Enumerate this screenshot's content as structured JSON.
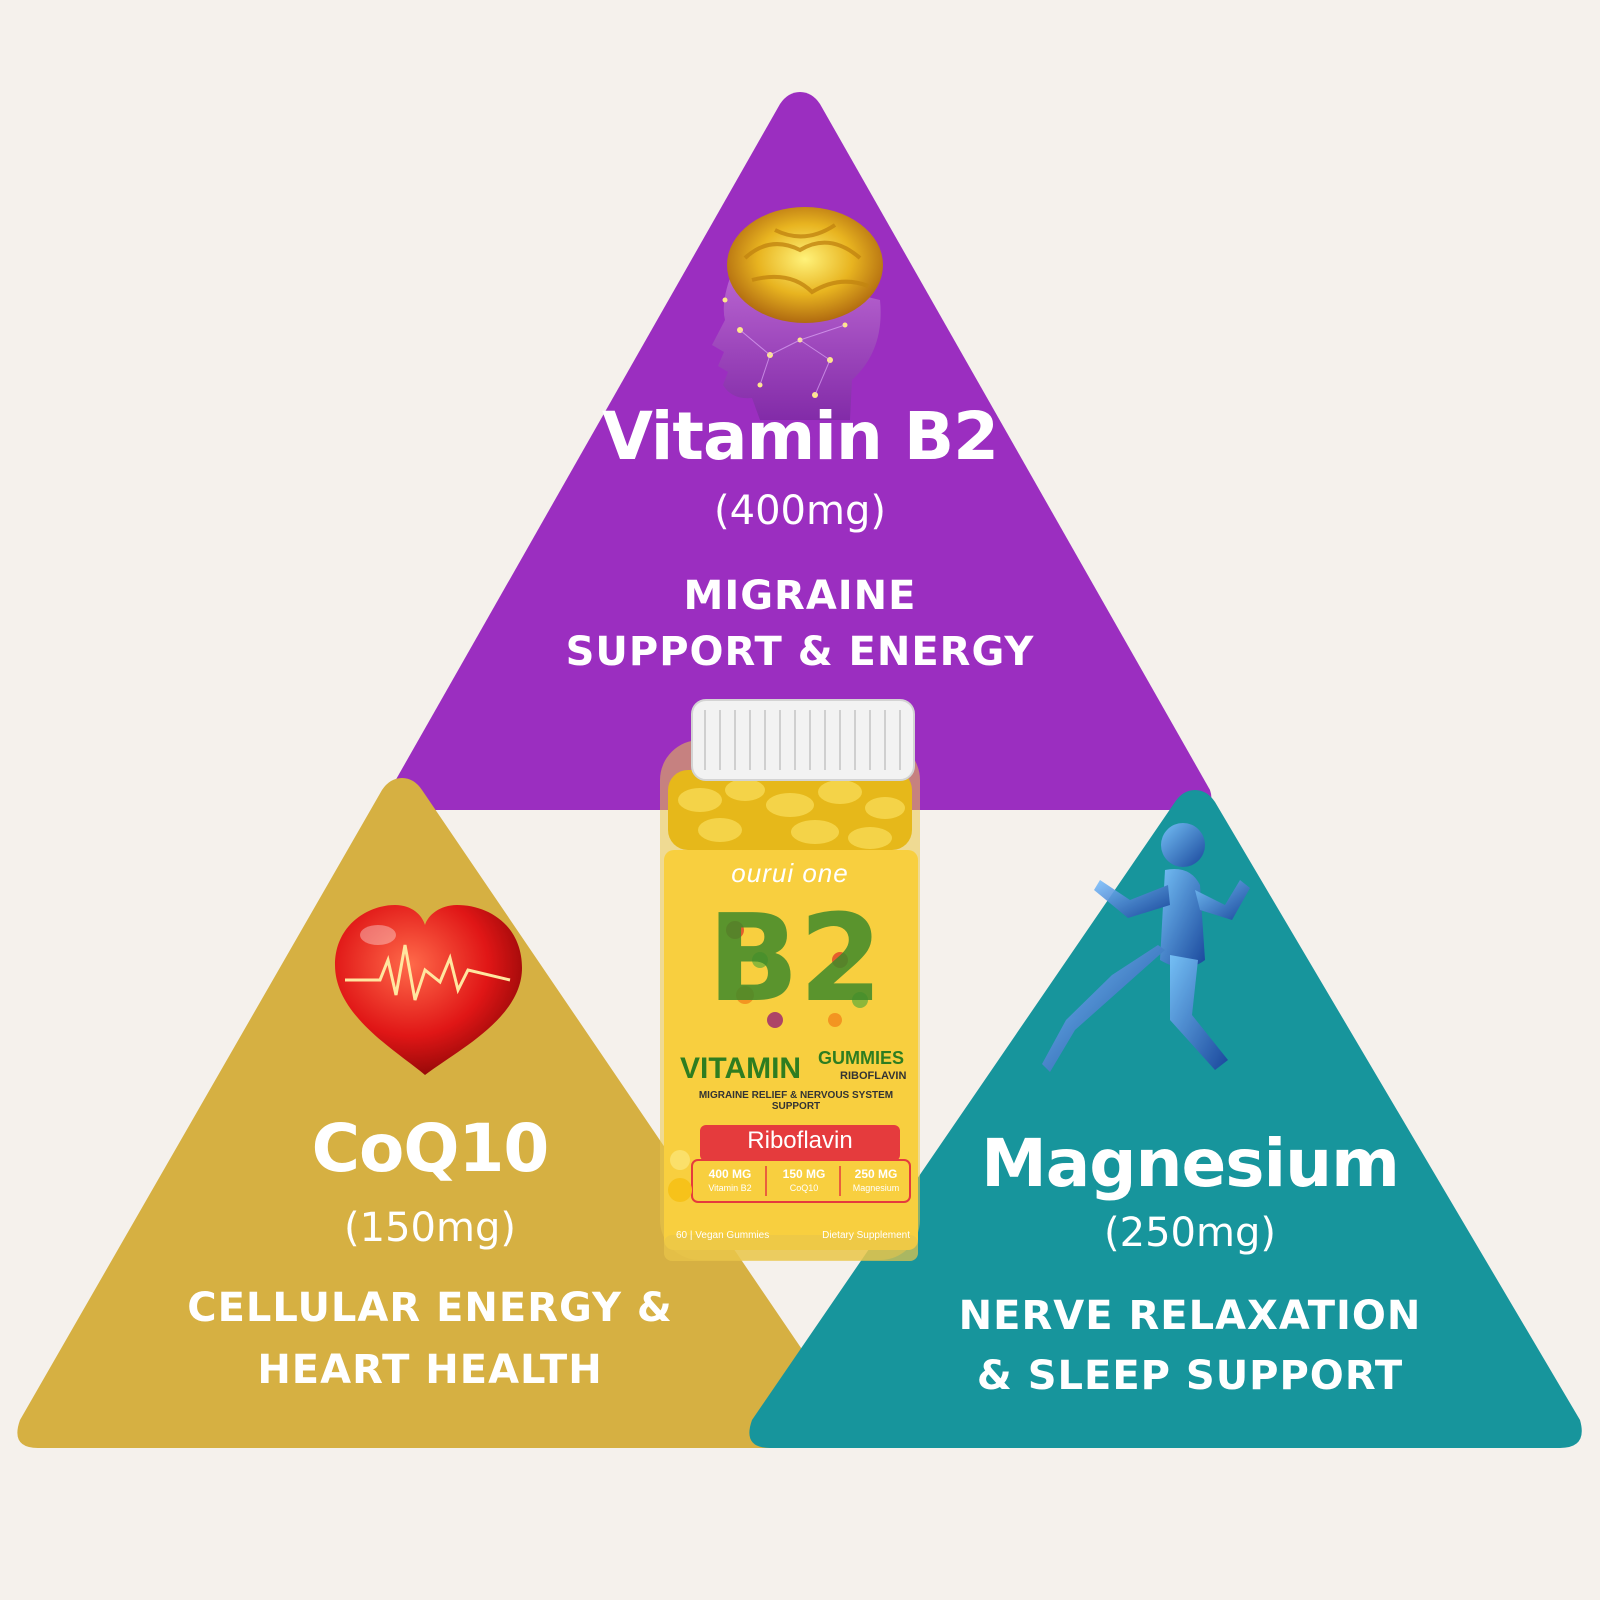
{
  "colors": {
    "background": "#f5f1ec",
    "b2_purple": "#9b2ec0",
    "coq10_gold": "#d6b042",
    "magnesium_teal": "#17959c",
    "label_yellow": "#f8cf3f",
    "ribbon_red": "#e53b3d"
  },
  "vitamin_b2": {
    "title": "Vitamin B2",
    "dose": "(400mg)",
    "benefit_line1": "MIGRAINE",
    "benefit_line2": "SUPPORT & ENERGY",
    "icon": "brain-head-icon"
  },
  "coq10": {
    "title": "CoQ10",
    "dose": "(150mg)",
    "benefit_line1": "CELLULAR ENERGY &",
    "benefit_line2": "HEART HEALTH",
    "icon": "heart-pulse-icon"
  },
  "magnesium": {
    "title": "Magnesium",
    "dose": "(250mg)",
    "benefit_line1": "NERVE RELAXATION",
    "benefit_line2": "& SLEEP SUPPORT",
    "icon": "running-man-icon"
  },
  "bottle": {
    "brand": "ourui one",
    "big_letters": "B2",
    "vitamin_word": "VITAMIN",
    "gummies_word": "GUMMIES",
    "riboflavin_small": "RIBOFLAVIN",
    "tagline": "MIGRAINE RELIEF & NERVOUS SYSTEM SUPPORT",
    "ribbon": "Riboflavin",
    "dose1_value": "400 MG",
    "dose1_name": "Vitamin B2",
    "dose2_value": "150 MG",
    "dose2_name": "CoQ10",
    "dose3_value": "250 MG",
    "dose3_name": "Magnesium",
    "count": "60 | Vegan Gummies",
    "supplement": "Dietary Supplement"
  }
}
